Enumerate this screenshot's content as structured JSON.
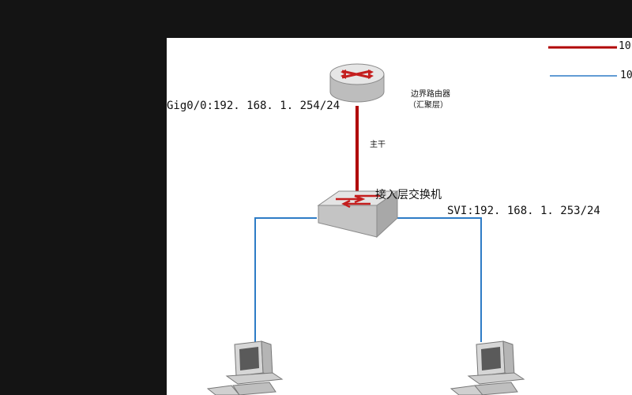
{
  "router": {
    "interface_label": "Gig0/0:192. 168. 1. 254/24",
    "name": "边界路由器",
    "layer": "（汇聚层）"
  },
  "uplink": {
    "label": "主干"
  },
  "switch": {
    "name": "接入层交换机",
    "svi_label": "SVI:192. 168. 1. 253/24"
  },
  "legend": {
    "red_line_label": "10",
    "blue_line_label": "10"
  },
  "colors": {
    "trunk": "#b00000",
    "access": "#2e7cc6",
    "device_body": "#d9d9d9",
    "device_arrow": "#c41e1e"
  },
  "icons": [
    "router-icon",
    "switch-icon",
    "pc-left-icon",
    "pc-right-icon"
  ]
}
